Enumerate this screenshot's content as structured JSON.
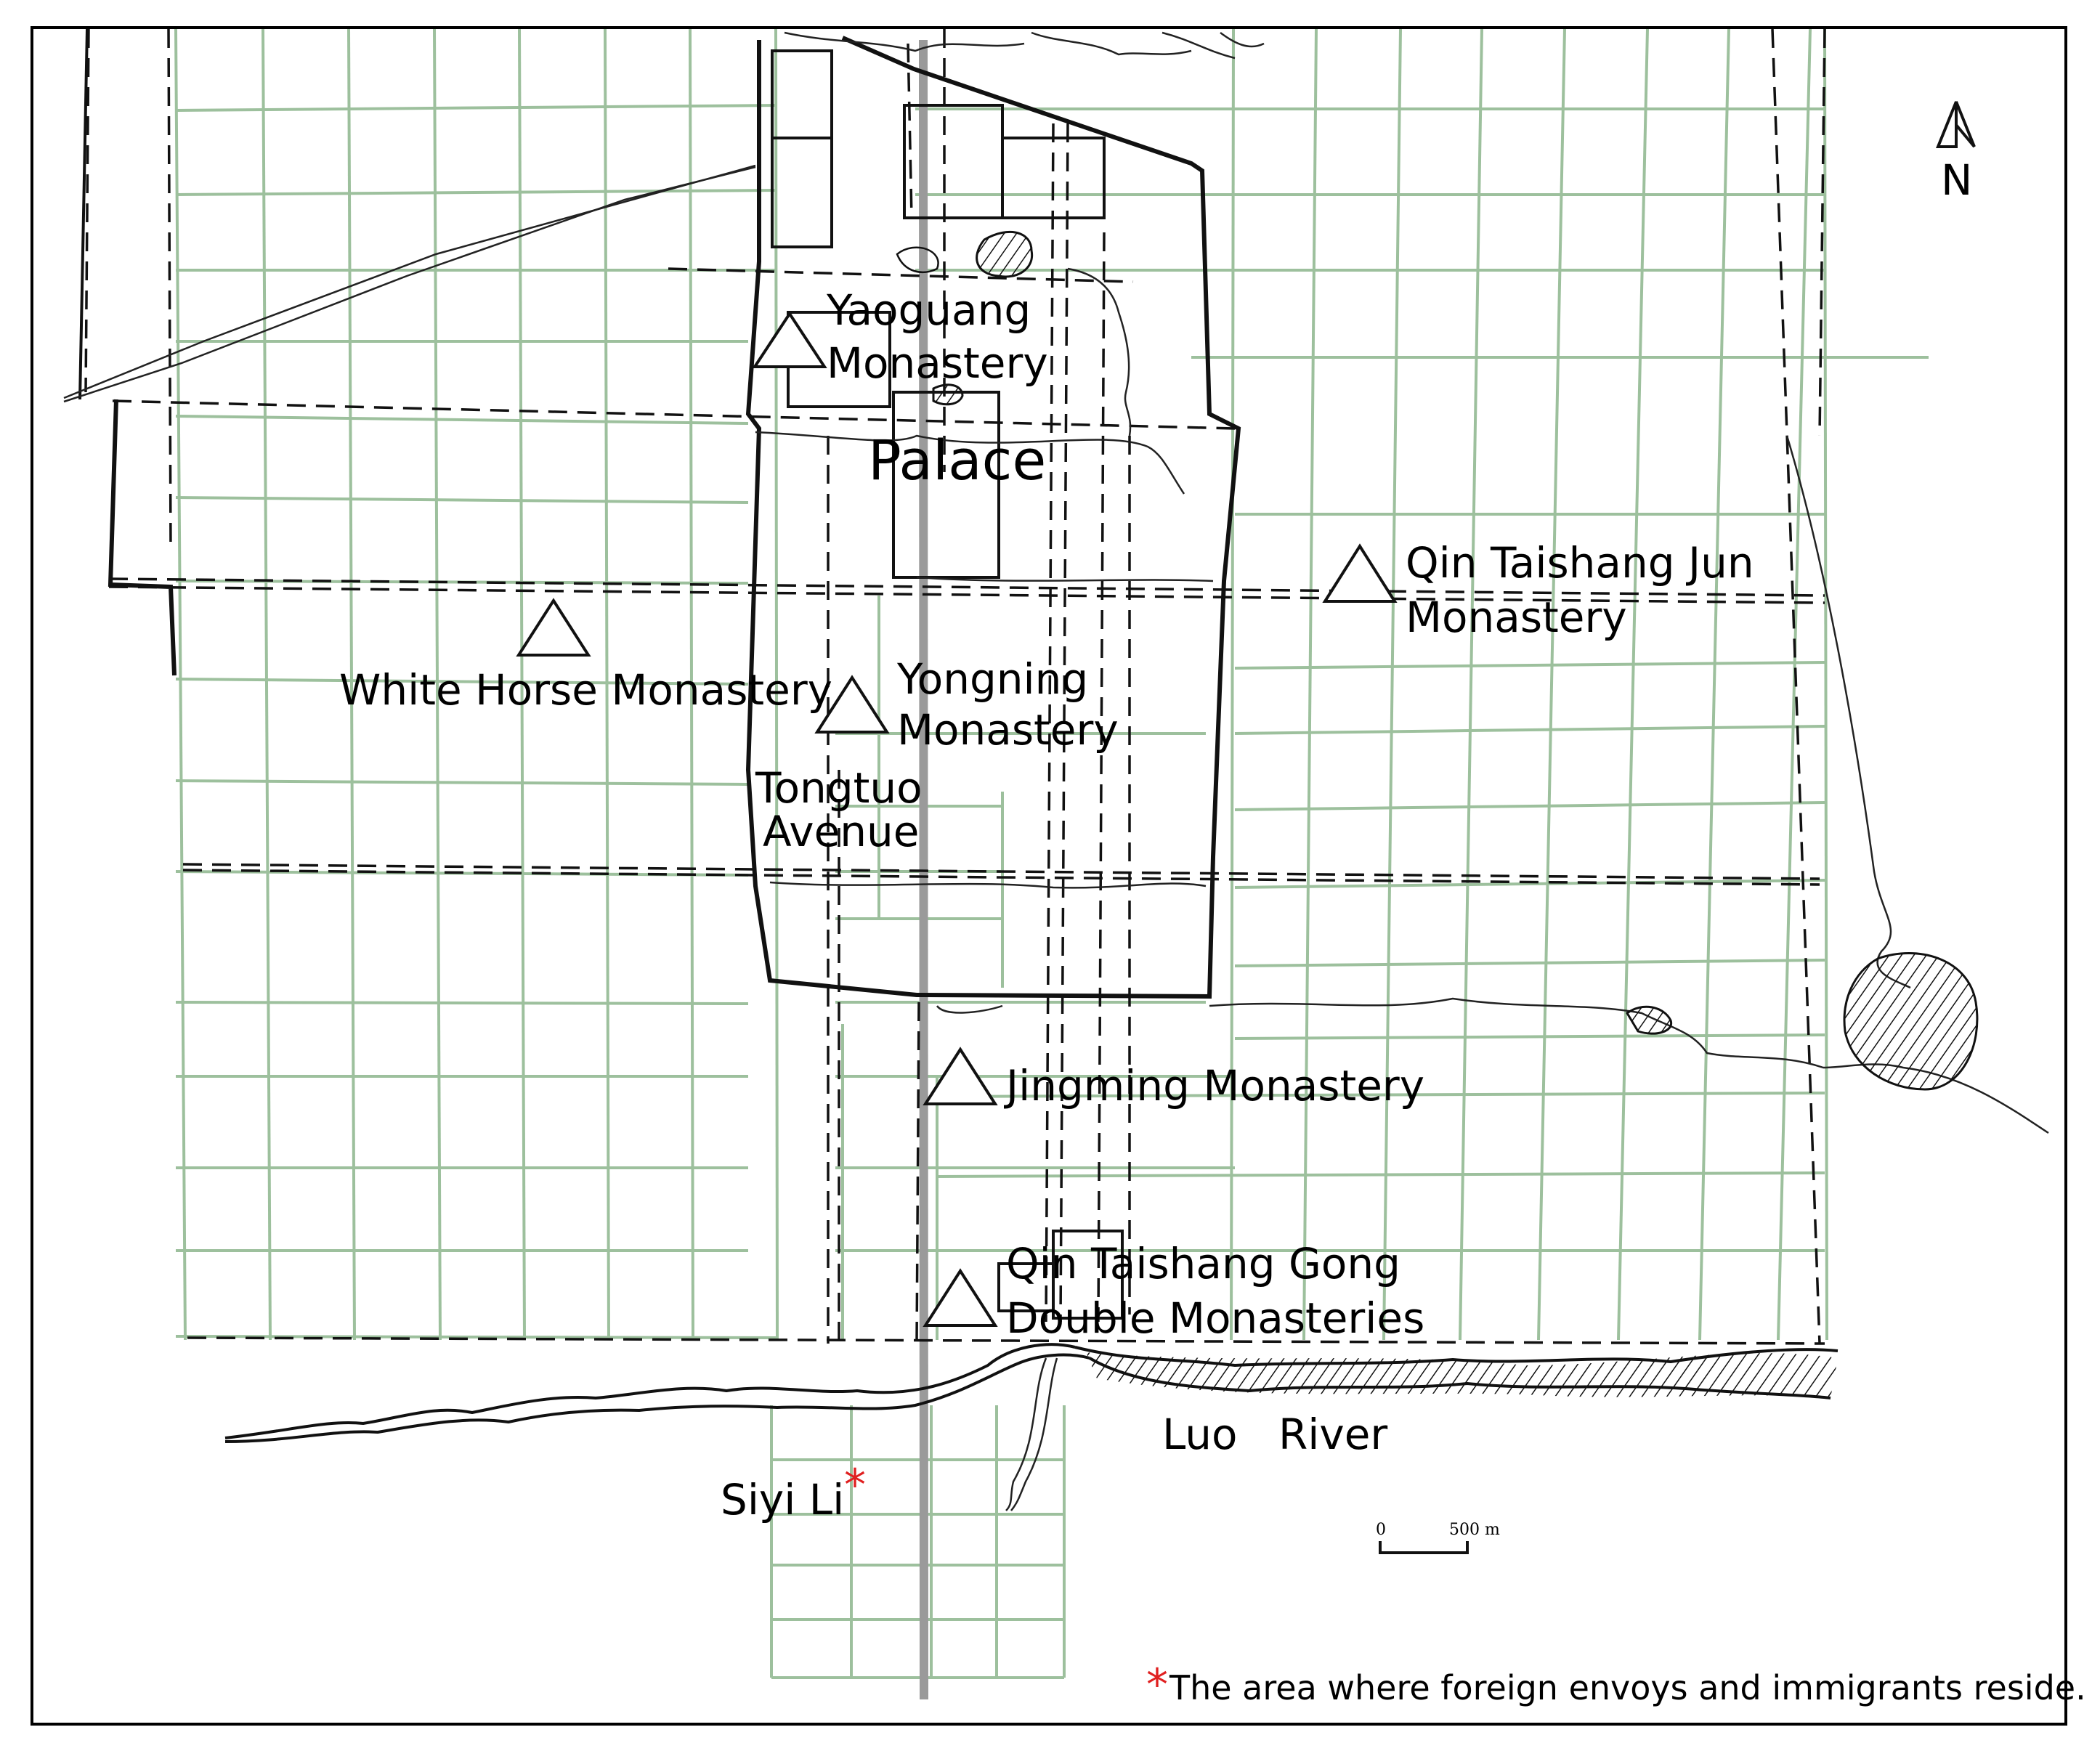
{
  "map": {
    "north_label": "N",
    "palace_label": "Palace",
    "avenue_line1": "Tongtuo",
    "avenue_line2": "Avenue",
    "river_label_1": "Luo",
    "river_label_2": "River",
    "ward_label": "Siyi Li",
    "ward_marker": "*",
    "scale_start": "0",
    "scale_end": "500 m",
    "note_marker": "*",
    "note_text": "The area where foreign envoys and immigrants reside.",
    "monasteries": [
      {
        "line1": "Yaoguang",
        "line2": "Monastery"
      },
      {
        "line1": "Qin Taishang Jun",
        "line2": "Monastery"
      },
      {
        "line1": "White Horse Monastery"
      },
      {
        "line1": "Yongning",
        "line2": "Monastery"
      },
      {
        "line1": "Jingming Monastery"
      },
      {
        "line1": "Qin Taishang Gong",
        "line2": "Double Monasteries"
      }
    ],
    "colors": {
      "grid": "#9dc09d",
      "axis": "#9a9a9a",
      "marker": "#e02020"
    }
  }
}
